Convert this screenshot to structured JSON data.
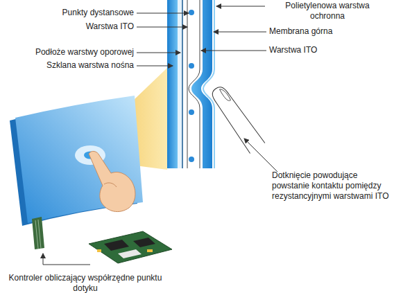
{
  "diagram": {
    "labels": [
      "Punkty dystansowe",
      "Warstwa ITO",
      "Podłoże warstwy oporowej",
      "Szklana warstwa nośna",
      "Polietylenowa warstwa ochronna",
      "Membrana górna",
      "Warstwa ITO",
      "Dotknięcie powodujące powstanie kontaktu pomiędzy rezystancyjnymi warstwami ITO",
      "Kontroler obliczający współrzędne punktu dotyku"
    ]
  }
}
